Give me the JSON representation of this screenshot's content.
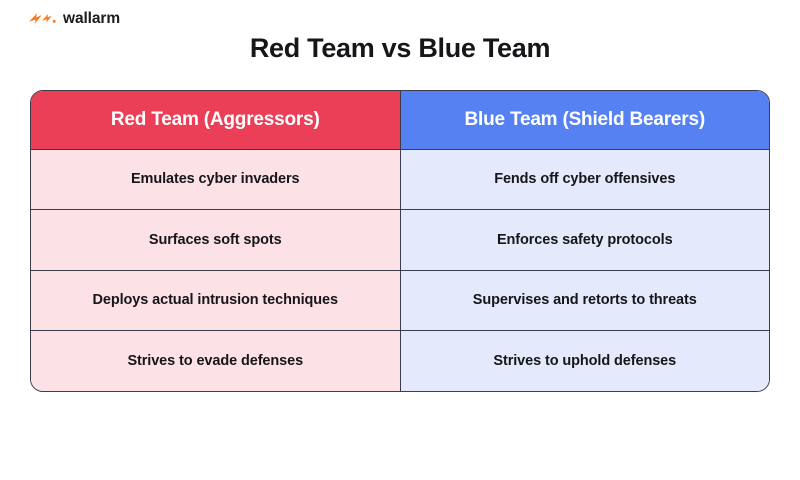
{
  "brand": {
    "logo_icon": "wallarm-bolt-logo-icon",
    "name": "wallarm",
    "logo_color": "#F47B20"
  },
  "page": {
    "title": "Red Team vs Blue Team",
    "title_color": "#16161A"
  },
  "colors": {
    "red_header_bg": "#EA3F56",
    "blue_header_bg": "#5681F2",
    "red_cell_bg": "#FCE2E6",
    "blue_cell_bg": "#E4EAFC",
    "border": "#3C3C4C",
    "header_text": "#FFFFFF",
    "cell_text": "#16161A"
  },
  "table": {
    "headers": [
      "Red Team (Aggressors)",
      "Blue Team (Shield Bearers)"
    ],
    "rows": [
      {
        "red": "Emulates cyber invaders",
        "blue": "Fends off cyber offensives"
      },
      {
        "red": "Surfaces soft spots",
        "blue": "Enforces safety protocols"
      },
      {
        "red": "Deploys actual intrusion techniques",
        "blue": "Supervises and retorts to threats"
      },
      {
        "red": "Strives to evade defenses",
        "blue": "Strives to uphold defenses"
      }
    ]
  }
}
